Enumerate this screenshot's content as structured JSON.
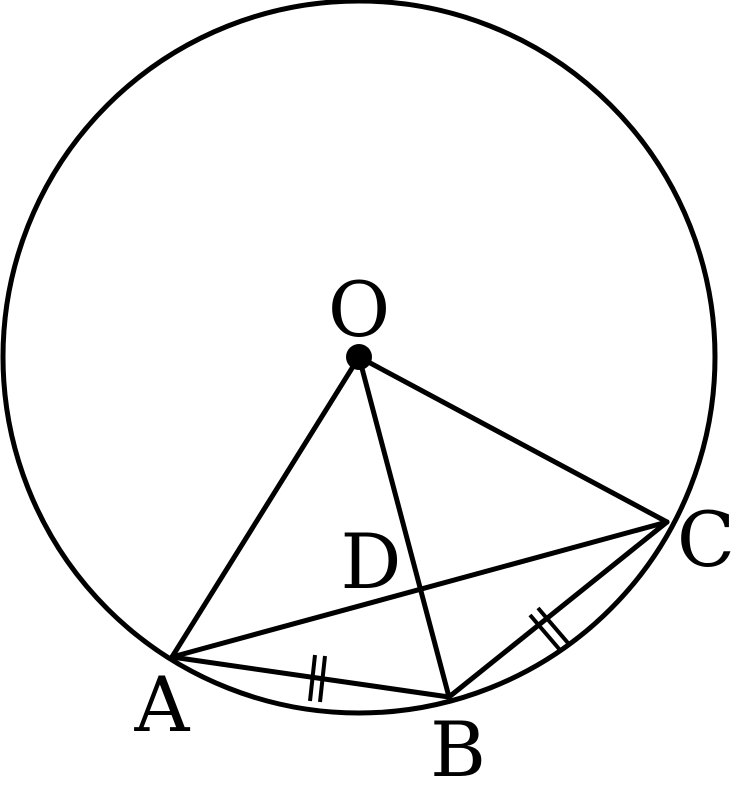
{
  "labels": {
    "O": "O",
    "A": "A",
    "B": "B",
    "C": "C",
    "D": "D"
  },
  "colors": {
    "ink": "#000000",
    "background": "#ffffff"
  }
}
